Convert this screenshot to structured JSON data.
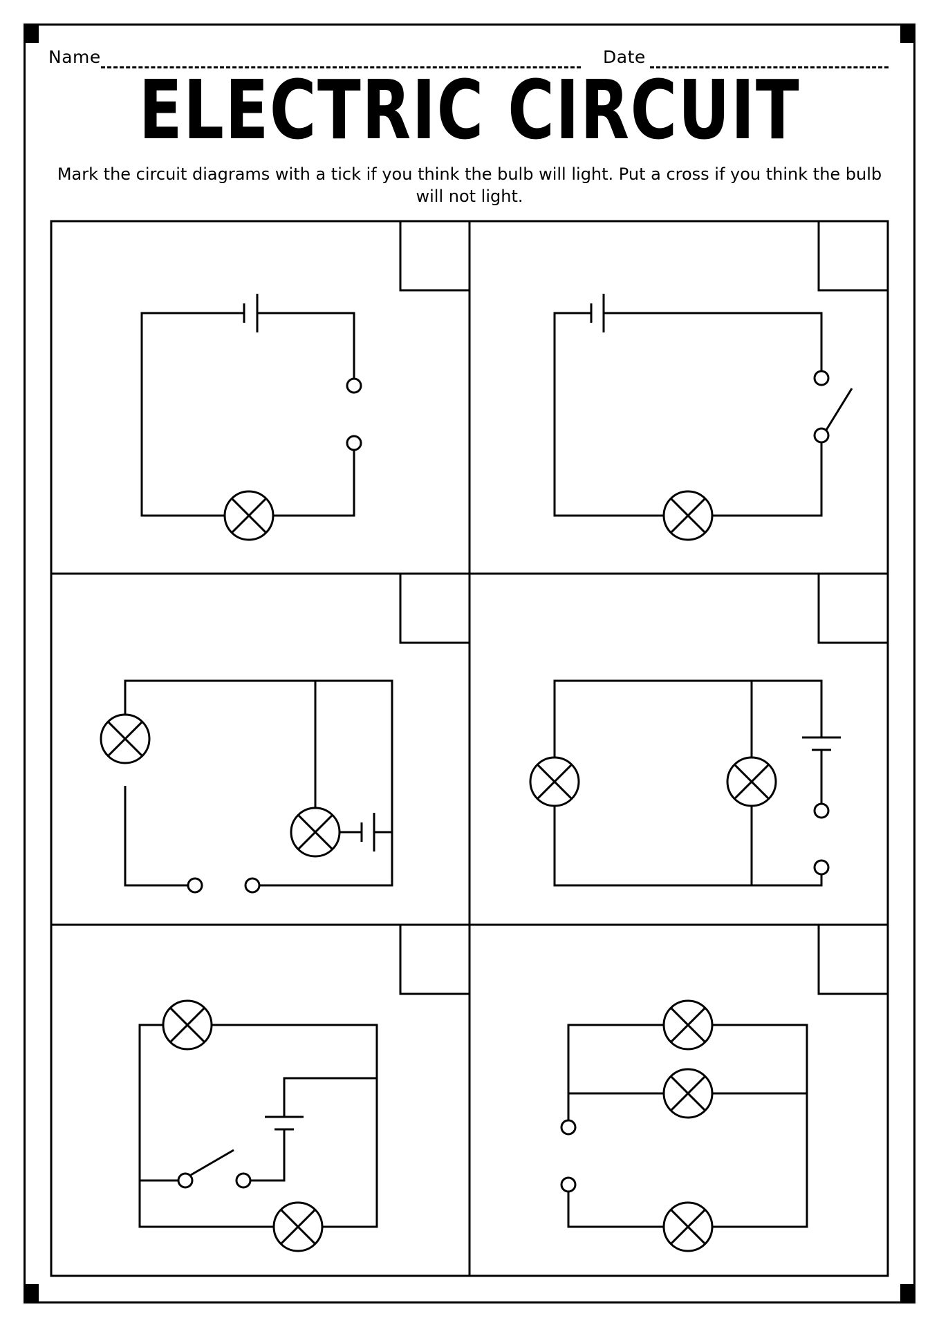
{
  "worksheet": {
    "name_label": "Name",
    "date_label": "Date",
    "title": "ELECTRIC CIRCUIT",
    "instructions": "Mark the circuit diagrams with a tick if you think the bulb will light. Put a cross if you think the bulb will not light."
  },
  "panels": [
    {
      "components": [
        "battery",
        "gap",
        "bulb"
      ]
    },
    {
      "components": [
        "battery",
        "open-switch",
        "bulb"
      ]
    },
    {
      "components": [
        "bulb",
        "bulb",
        "battery",
        "gap"
      ]
    },
    {
      "components": [
        "bulb",
        "bulb",
        "battery",
        "gap"
      ]
    },
    {
      "components": [
        "bulb",
        "bulb",
        "battery",
        "open-switch"
      ]
    },
    {
      "components": [
        "bulb",
        "bulb",
        "bulb",
        "gap"
      ]
    }
  ]
}
